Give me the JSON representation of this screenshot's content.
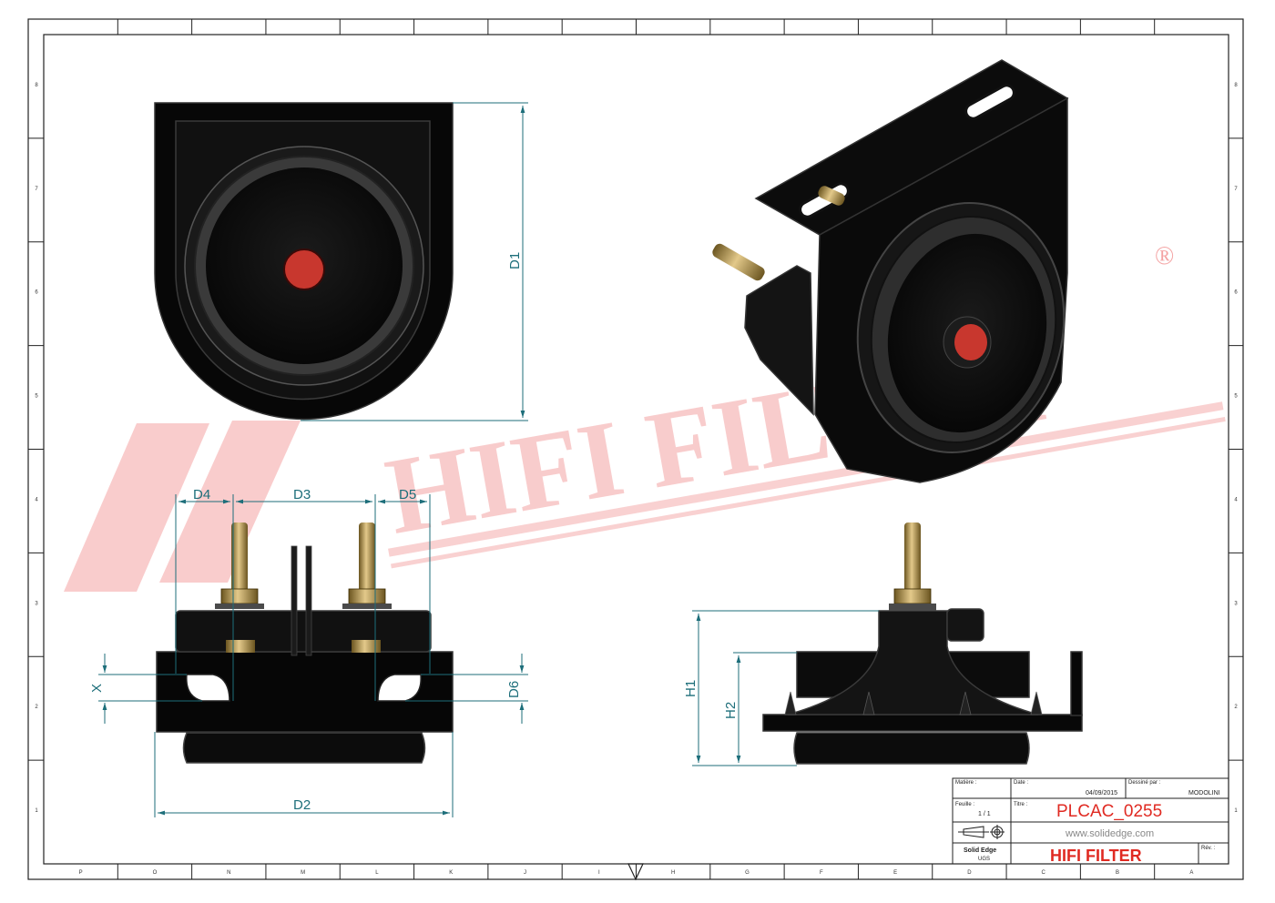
{
  "drawing": {
    "dimensions": {
      "d1": "D1",
      "d2": "D2",
      "d3": "D3",
      "d4": "D4",
      "d5": "D5",
      "d6": "D6",
      "x": "X",
      "h1": "H1",
      "h2": "H2"
    },
    "watermark": {
      "text": "HIFI FILTER",
      "registered": "®"
    },
    "zones": {
      "columns": [
        "P",
        "O",
        "N",
        "M",
        "L",
        "K",
        "J",
        "I",
        "H",
        "G",
        "F",
        "E",
        "D",
        "C",
        "B",
        "A"
      ],
      "rows": [
        "8",
        "7",
        "6",
        "5",
        "4",
        "3",
        "2",
        "1"
      ]
    },
    "title_block": {
      "material_label": "Matière :",
      "date_label": "Date :",
      "date_value": "04/09/2015",
      "drawn_by_label": "Dessiné par :",
      "drawn_by_value": "MODOLINI",
      "sheet_label": "Feuille :",
      "sheet_value": "1 / 1",
      "title_label": "Titre :",
      "part_number": "PLCAC_0255",
      "website": "www.solidedge.com",
      "software": "Solid Edge",
      "software_sub": "UGS",
      "brand": "HIFI FILTER",
      "rev_label": "Rév. :"
    },
    "colors": {
      "dimension": "#1d6e7a",
      "body": "#0a0a0a",
      "indicator": "#c8372e",
      "brass": "#b89a55",
      "brand": "#e02a22",
      "watermark": "#f4a3a3"
    }
  }
}
